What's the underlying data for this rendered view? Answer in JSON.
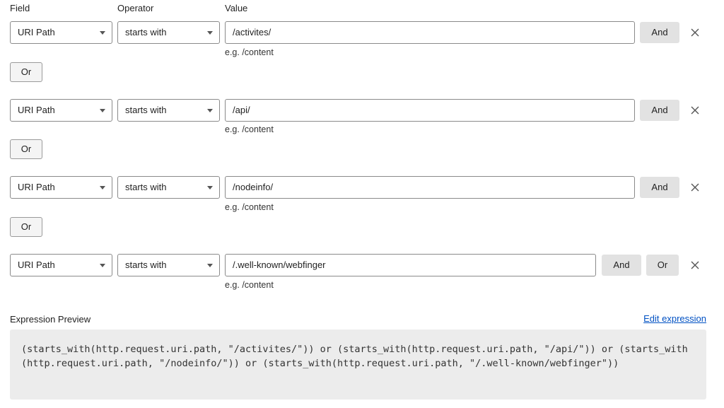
{
  "headers": {
    "field": "Field",
    "operator": "Operator",
    "value": "Value"
  },
  "rules": [
    {
      "field": "URI Path",
      "operator": "starts with",
      "value": "/activites/",
      "hint": "e.g. /content",
      "and_label": "And",
      "or_label": "Or"
    },
    {
      "field": "URI Path",
      "operator": "starts with",
      "value": "/api/",
      "hint": "e.g. /content",
      "and_label": "And",
      "or_label": "Or"
    },
    {
      "field": "URI Path",
      "operator": "starts with",
      "value": "/nodeinfo/",
      "hint": "e.g. /content",
      "and_label": "And",
      "or_label": "Or"
    },
    {
      "field": "URI Path",
      "operator": "starts with",
      "value": "/.well-known/webfinger",
      "hint": "e.g. /content",
      "and_label": "And",
      "or_label": "Or"
    }
  ],
  "preview": {
    "label": "Expression Preview",
    "edit_link": "Edit expression",
    "expression": "(starts_with(http.request.uri.path, \"/activites/\")) or (starts_with(http.request.uri.path, \"/api/\")) or (starts_with(http.request.uri.path, \"/nodeinfo/\")) or (starts_with(http.request.uri.path, \"/.well-known/webfinger\"))"
  },
  "icons": {
    "dropdown": "chevron-down-icon",
    "remove": "close-icon"
  }
}
